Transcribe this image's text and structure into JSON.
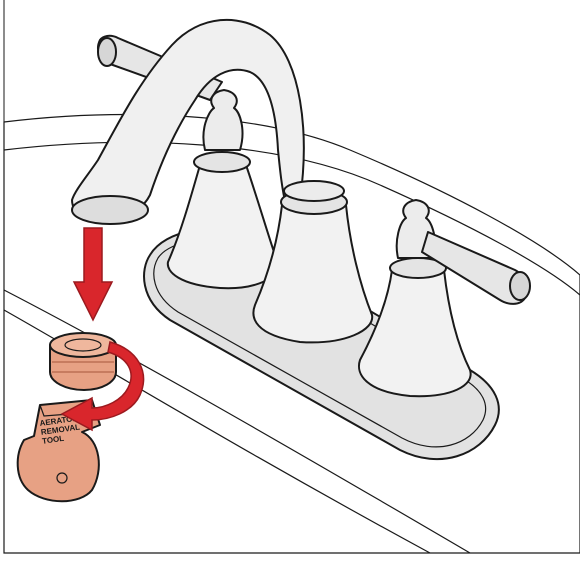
{
  "tool_label_lines": [
    "AERATOR",
    "REMOVAL",
    "TOOL"
  ],
  "colors": {
    "arrow": "#d9262c",
    "copper": "#e7a184",
    "copper_shade": "#c77c60",
    "fixture": "#f1f1f1",
    "fixture_shade": "#dcdcdc",
    "sink": "#f4f4f4",
    "outline": "#1a1a1a"
  },
  "icons": {
    "down_arrow": "straight-down-arrow",
    "rotate_arrow": "curved-rotation-arrow"
  }
}
